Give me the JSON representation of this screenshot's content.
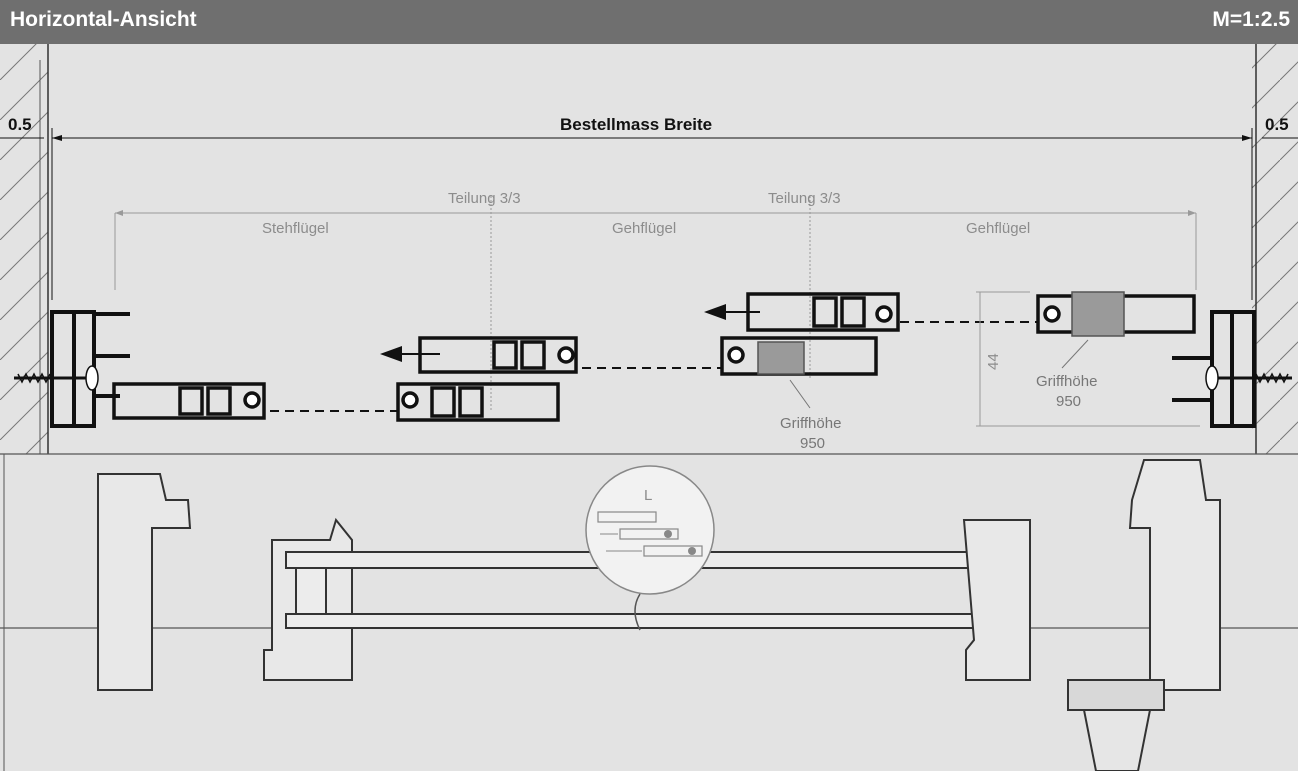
{
  "header": {
    "title": "Horizontal-Ansicht",
    "scale": "M=1:2.5"
  },
  "dimensions": {
    "left_gap": "0.5",
    "right_gap": "0.5",
    "order_width": "Bestellmass Breite",
    "division_1": "Teilung 3/3",
    "division_2": "Teilung 3/3",
    "leaf_1": "Stehflügel",
    "leaf_2": "Gehflügel",
    "leaf_3": "Gehflügel",
    "profile_depth": "44"
  },
  "handles": [
    {
      "label": "Griffhöhe",
      "value": "950"
    },
    {
      "label": "Griffhöhe",
      "value": "950"
    }
  ],
  "detail": {
    "label": "L"
  },
  "colors": {
    "header_bg": "#6f6f6f",
    "background": "#e3e3e3",
    "profile": "#111111",
    "dimension_line": "#9a9a9a"
  }
}
